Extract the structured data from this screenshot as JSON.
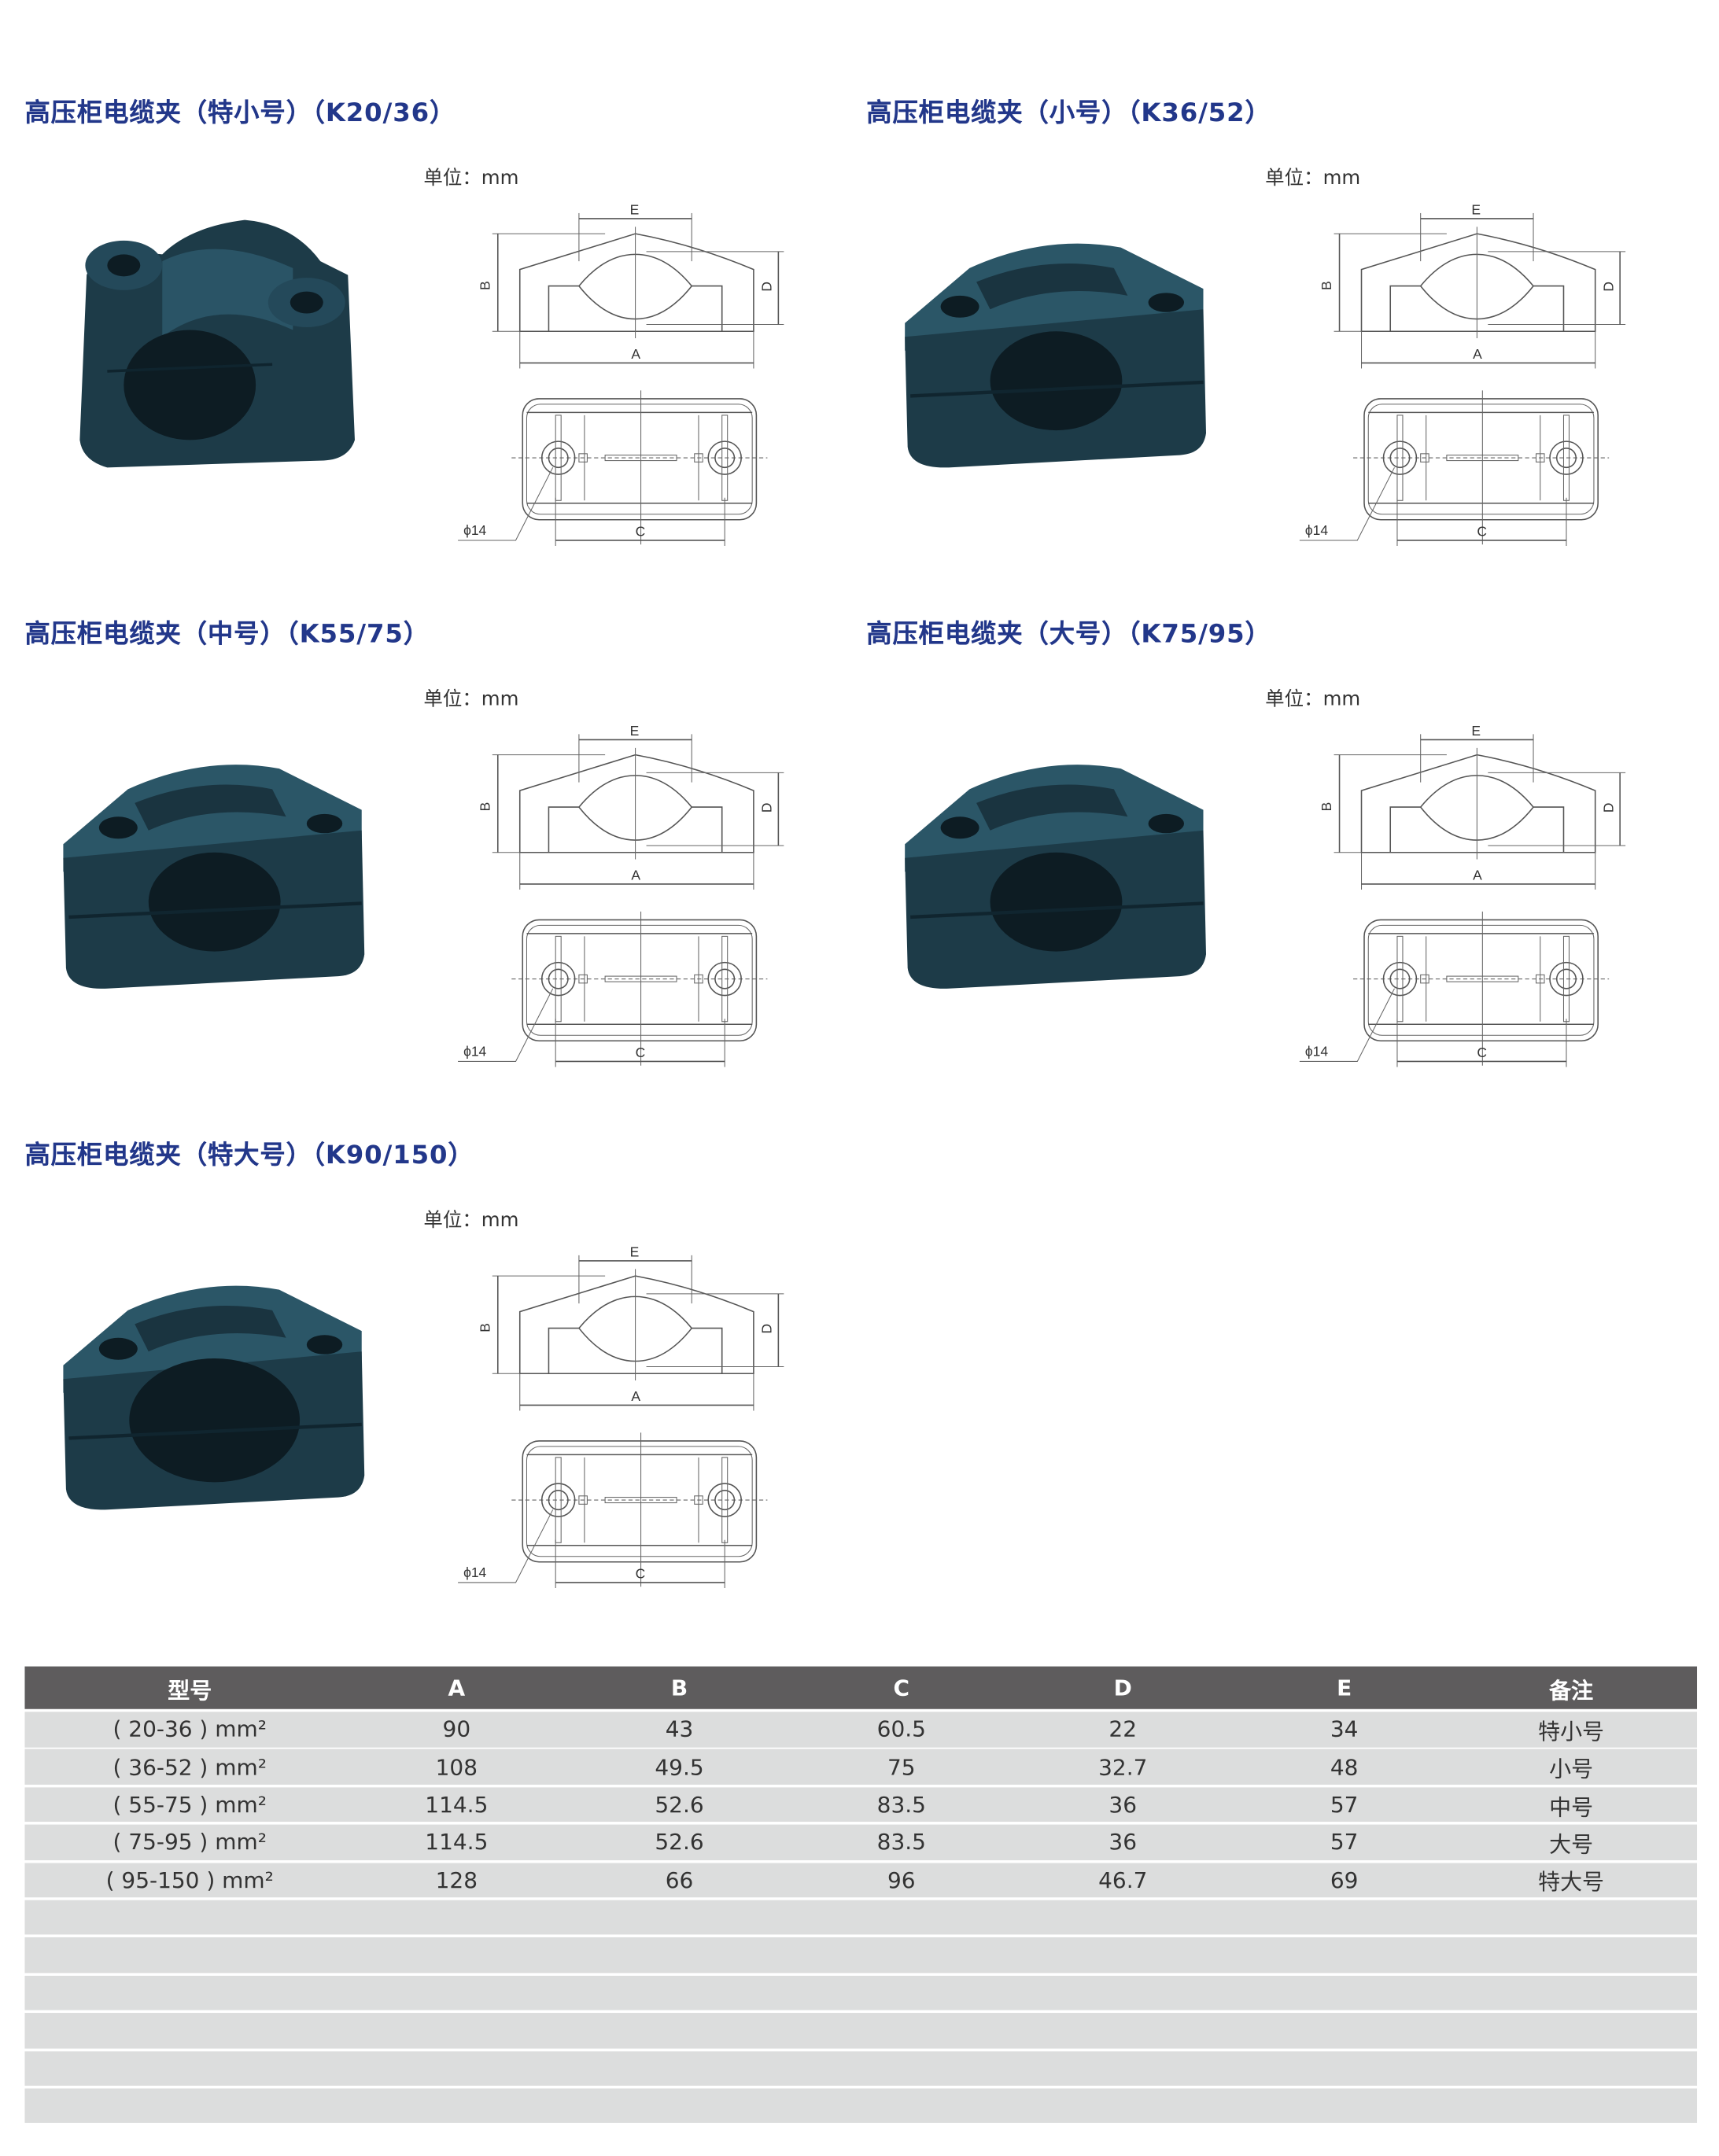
{
  "products": [
    {
      "title": "高压柜电缆夹（特小号）（K20/36）",
      "unit_label": "单位：mm",
      "variant": "xs"
    },
    {
      "title": "高压柜电缆夹（小号）（K36/52）",
      "unit_label": "单位：mm",
      "variant": "s"
    },
    {
      "title": "高压柜电缆夹（中号）（K55/75）",
      "unit_label": "单位：mm",
      "variant": "m"
    },
    {
      "title": "高压柜电缆夹（大号）（K75/95）",
      "unit_label": "单位：mm",
      "variant": "l"
    },
    {
      "title": "高压柜电缆夹（特大号）（K90/150）",
      "unit_label": "单位：mm",
      "variant": "xl"
    }
  ],
  "drawing_labels": {
    "a": "A",
    "b": "B",
    "c": "C",
    "d": "D",
    "e": "E",
    "phi": "ϕ14"
  },
  "table": {
    "headers": [
      "型号",
      "A",
      "B",
      "C",
      "D",
      "E",
      "备注"
    ],
    "rows": [
      [
        "( 20-36 ) mm²",
        "90",
        "43",
        "60.5",
        "22",
        "34",
        "特小号"
      ],
      [
        "( 36-52 ) mm²",
        "108",
        "49.5",
        "75",
        "32.7",
        "48",
        "小号"
      ],
      [
        "( 55-75 ) mm²",
        "114.5",
        "52.6",
        "83.5",
        "36",
        "57",
        "中号"
      ],
      [
        "( 75-95 ) mm²",
        "114.5",
        "52.6",
        "83.5",
        "36",
        "57",
        "大号"
      ],
      [
        "( 95-150 ) mm²",
        "128",
        "66",
        "96",
        "46.7",
        "69",
        "特大号"
      ]
    ]
  },
  "colors": {
    "title": "#22378a",
    "table_header": "#5e5c5d",
    "table_row": "#dcdddd",
    "product_body": "#1d3b48"
  }
}
